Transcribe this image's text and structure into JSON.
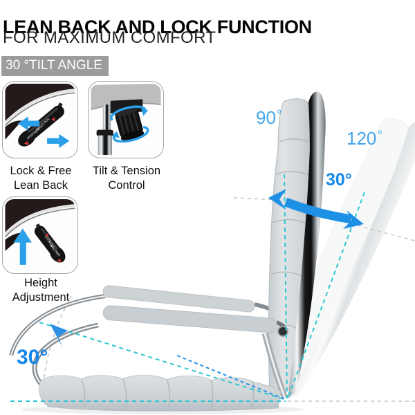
{
  "header": {
    "title": "LEAN BACK AND LOCK FUNCTION",
    "subtitle": "FOR MAXIMUM COMFORT",
    "badge": "30 °TILT ANGLE"
  },
  "features": {
    "lock": {
      "line1": "Lock & Free",
      "line2": "Lean Back"
    },
    "tilt": {
      "line1": "Tilt & Tension",
      "line2": "Control"
    },
    "height": {
      "line1": "Height",
      "line2": "Adjustment"
    }
  },
  "lever_text": {
    "l1": "LOCK",
    "l2": "FREE",
    "l3": "UP/DOWN"
  },
  "angles": {
    "upright": "90",
    "upright_unit": "°",
    "reclined": "120",
    "reclined_unit": "°",
    "tilt_range": "30°",
    "floor_recline": "30°"
  },
  "colors": {
    "accent_blue": "#2196e9",
    "light_blue": "#45a5ea",
    "cyan_dash": "#2bc7d0",
    "blue_dash": "#2b8fe3",
    "gray_dash": "#c6c6c6",
    "badge_bg": "#9c9c9c",
    "chair_gray": "#d3d7da"
  }
}
